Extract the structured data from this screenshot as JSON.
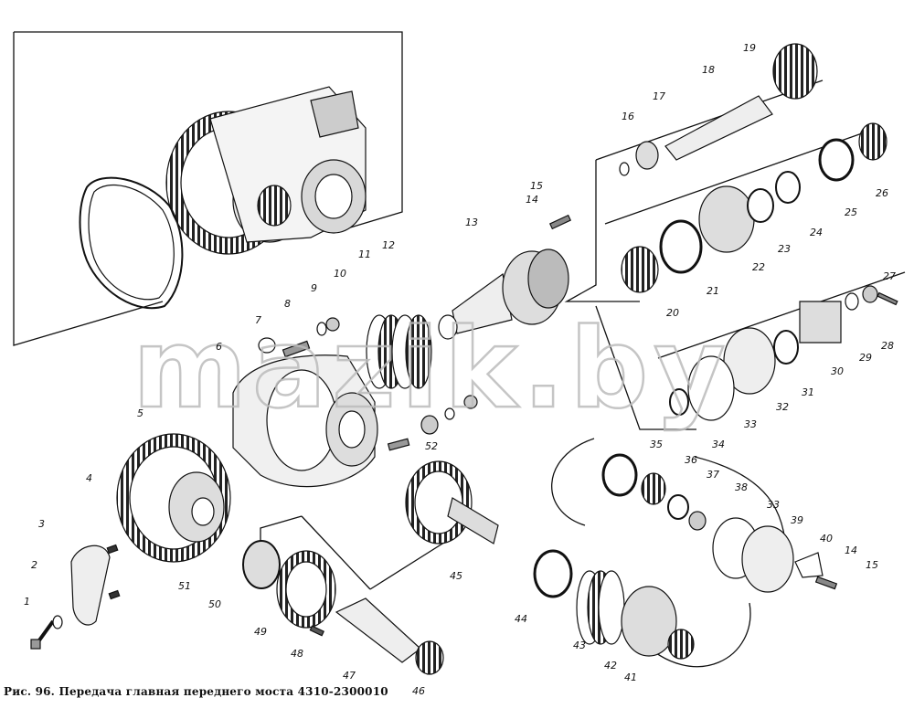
{
  "caption": "Рис. 96. Передача главная переднего моста 4310-2300010",
  "watermark": "mazik.by",
  "callouts": [
    "1",
    "2",
    "3",
    "4",
    "5",
    "6",
    "7",
    "8",
    "9",
    "10",
    "11",
    "12",
    "13",
    "14",
    "15",
    "16",
    "17",
    "18",
    "19",
    "20",
    "21",
    "22",
    "23",
    "24",
    "25",
    "26",
    "27",
    "28",
    "29",
    "30",
    "31",
    "32",
    "33",
    "34",
    "35",
    "36",
    "37",
    "38",
    "33",
    "39",
    "40",
    "14",
    "15",
    "41",
    "42",
    "43",
    "44",
    "45",
    "46",
    "47",
    "48",
    "49",
    "50",
    "51",
    "52"
  ]
}
